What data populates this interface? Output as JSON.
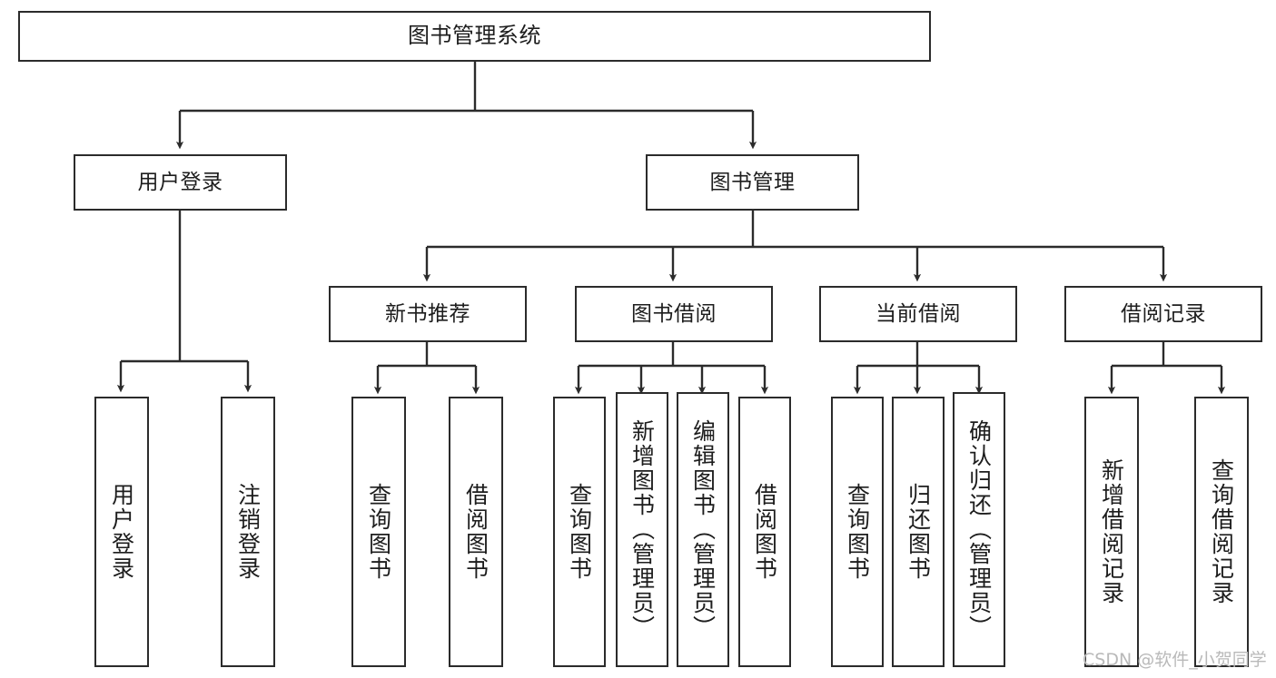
{
  "diagram": {
    "title": "图书管理系统",
    "type": "tree",
    "watermark": "CSDN @软件_小贺同学",
    "colors": {
      "border": "#2b2b2b",
      "fill": "#ffffff",
      "text": "#1d1d1d",
      "edge": "#2b2b2b",
      "watermark": "#b9b9b9"
    },
    "nodes": {
      "root": {
        "label": "图书管理系统"
      },
      "level2": [
        {
          "id": "user-login",
          "label": "用户登录"
        },
        {
          "id": "book-manage",
          "label": "图书管理"
        }
      ],
      "level3": [
        {
          "id": "new-book-recommend",
          "label": "新书推荐"
        },
        {
          "id": "book-borrow",
          "label": "图书借阅"
        },
        {
          "id": "current-borrow",
          "label": "当前借阅"
        },
        {
          "id": "borrow-record",
          "label": "借阅记录"
        }
      ],
      "leaves": {
        "user-login": [
          {
            "id": "leaf-user-login",
            "label": "用户登录"
          },
          {
            "id": "leaf-logout-login",
            "label": "注销登录"
          }
        ],
        "new-book-recommend": [
          {
            "id": "leaf-query-book-1",
            "label": "查询图书"
          },
          {
            "id": "leaf-borrow-book-1",
            "label": "借阅图书"
          }
        ],
        "book-borrow": [
          {
            "id": "leaf-query-book-2",
            "label": "查询图书"
          },
          {
            "id": "leaf-add-book",
            "label": "新增图书（管理员）"
          },
          {
            "id": "leaf-edit-book",
            "label": "编辑图书（管理员）"
          },
          {
            "id": "leaf-borrow-book-2",
            "label": "借阅图书"
          }
        ],
        "current-borrow": [
          {
            "id": "leaf-query-book-3",
            "label": "查询图书"
          },
          {
            "id": "leaf-return-book",
            "label": "归还图书"
          },
          {
            "id": "leaf-confirm-return",
            "label": "确认归还（管理员）"
          }
        ],
        "borrow-record": [
          {
            "id": "leaf-add-record",
            "label": "新增借阅记录"
          },
          {
            "id": "leaf-query-record",
            "label": "查询借阅记录"
          }
        ]
      }
    }
  }
}
